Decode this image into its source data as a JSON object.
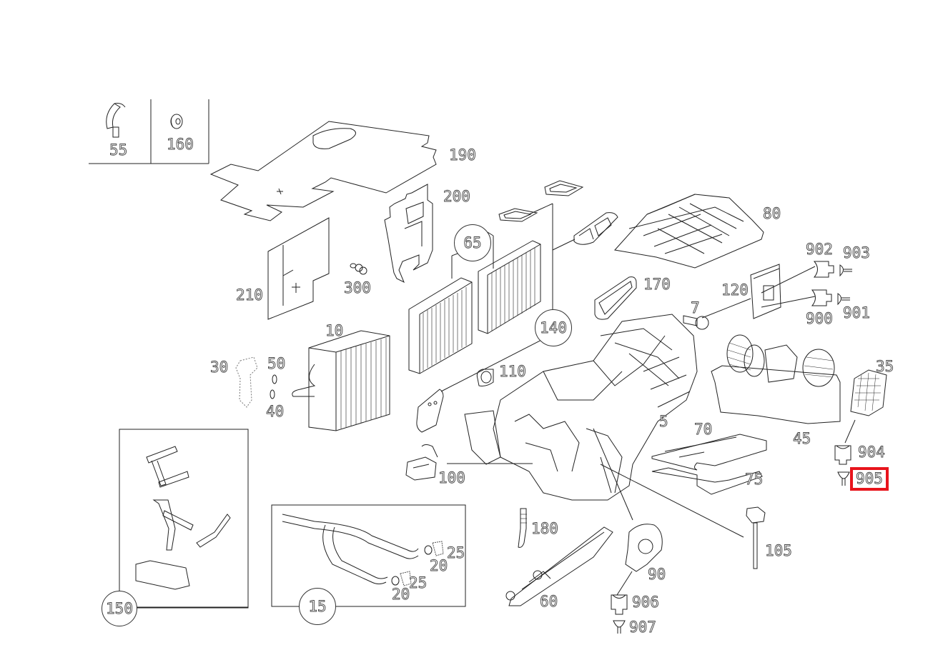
{
  "diagram": {
    "type": "exploded-parts-diagram",
    "highlight_color": "#e8141c",
    "highlighted_part": "905",
    "parts": [
      {
        "id": "p55",
        "label": "55"
      },
      {
        "id": "p160",
        "label": "160"
      },
      {
        "id": "p190",
        "label": "190"
      },
      {
        "id": "p200",
        "label": "200"
      },
      {
        "id": "p65",
        "label": "65",
        "circled": true
      },
      {
        "id": "p80",
        "label": "80"
      },
      {
        "id": "p902",
        "label": "902"
      },
      {
        "id": "p903",
        "label": "903"
      },
      {
        "id": "p120",
        "label": "120"
      },
      {
        "id": "p900",
        "label": "900"
      },
      {
        "id": "p901",
        "label": "901"
      },
      {
        "id": "p210",
        "label": "210"
      },
      {
        "id": "p300",
        "label": "300"
      },
      {
        "id": "p170",
        "label": "170"
      },
      {
        "id": "p7",
        "label": "7"
      },
      {
        "id": "p140",
        "label": "140",
        "circled": true
      },
      {
        "id": "p10",
        "label": "10"
      },
      {
        "id": "p30",
        "label": "30"
      },
      {
        "id": "p50",
        "label": "50"
      },
      {
        "id": "p40",
        "label": "40"
      },
      {
        "id": "p110",
        "label": "110"
      },
      {
        "id": "p35",
        "label": "35"
      },
      {
        "id": "p5",
        "label": "5"
      },
      {
        "id": "p70",
        "label": "70"
      },
      {
        "id": "p45",
        "label": "45"
      },
      {
        "id": "p904",
        "label": "904"
      },
      {
        "id": "p905",
        "label": "905",
        "highlighted": true
      },
      {
        "id": "p100",
        "label": "100"
      },
      {
        "id": "p75",
        "label": "75"
      },
      {
        "id": "p180",
        "label": "180"
      },
      {
        "id": "p105",
        "label": "105"
      },
      {
        "id": "p90",
        "label": "90"
      },
      {
        "id": "p25a",
        "label": "25"
      },
      {
        "id": "p20a",
        "label": "20"
      },
      {
        "id": "p25b",
        "label": "25"
      },
      {
        "id": "p20b",
        "label": "20"
      },
      {
        "id": "p60",
        "label": "60"
      },
      {
        "id": "p906",
        "label": "906"
      },
      {
        "id": "p907",
        "label": "907"
      },
      {
        "id": "p150",
        "label": "150",
        "circled": true
      },
      {
        "id": "p15",
        "label": "15",
        "circled": true
      }
    ]
  }
}
